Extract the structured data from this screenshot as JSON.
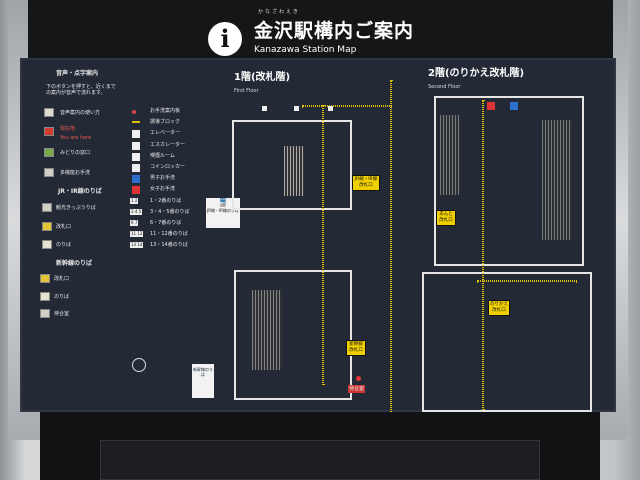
{
  "header": {
    "info_icon": "i",
    "ruby": "かなざわえき",
    "title_jp": "金沢駅構内ご案内",
    "title_en": "Kanazawa Station Map"
  },
  "legend": {
    "section_title": "音声・点字案内",
    "instructions": "下のボタンを押すと、近くまでの案内が音声で流れます。",
    "buttons": [
      {
        "label": "音声案内の使い方",
        "color": "#dddccf"
      },
      {
        "label": "現在地",
        "sub": "You are here",
        "color": "#d23a32"
      },
      {
        "label": "みどりの窓口",
        "color": "#7cab4a"
      },
      {
        "label": "多機能お手洗",
        "color": "#cfcfc5"
      }
    ],
    "jr_section": "JR・IR線のりば",
    "jr_buttons": [
      {
        "label": "観光きっぷうりば",
        "color": "#cfcfc5"
      },
      {
        "label": "改札口",
        "color": "#e3c436"
      },
      {
        "label": "のりば",
        "color": "#e6e3d0"
      }
    ],
    "shinkansen_section": "新幹線のりば",
    "shinkansen_buttons": [
      {
        "label": "改札口",
        "color": "#e3c436"
      },
      {
        "label": "のりば",
        "color": "#e6e3d0"
      },
      {
        "label": "待合室",
        "color": "#cfcfc5"
      }
    ],
    "symbols": [
      "お手洗案内板",
      "誘導ブロック",
      "エレベーター",
      "エスカレーター",
      "喫煙ルーム",
      "コインロッカー",
      "男子お手洗",
      "女子お手洗"
    ],
    "platforms": [
      {
        "nums": "1 2",
        "label": "1・2番のりば"
      },
      {
        "nums": "3 4 5",
        "label": "3・4・5番のりば"
      },
      {
        "nums": "6 7",
        "label": "6・7番のりば"
      },
      {
        "nums": "11 12",
        "label": "11・12番のりば"
      },
      {
        "nums": "13 14",
        "label": "13・14番のりば"
      }
    ],
    "jr_ir_sign": "JR線・IR線のりば",
    "shinkansen_sign": "新幹線のりば"
  },
  "floor1": {
    "title": "1階(改札階)",
    "subtitle": "First Floor",
    "gates": [
      "JR線・IR線 改札口",
      "新幹線 改札口"
    ],
    "waiting": "待合室"
  },
  "floor2": {
    "title": "2階(のりかえ改札階)",
    "subtitle": "Second Floor",
    "gates": [
      "あんと 改札口",
      "のりかえ 改札口"
    ]
  }
}
